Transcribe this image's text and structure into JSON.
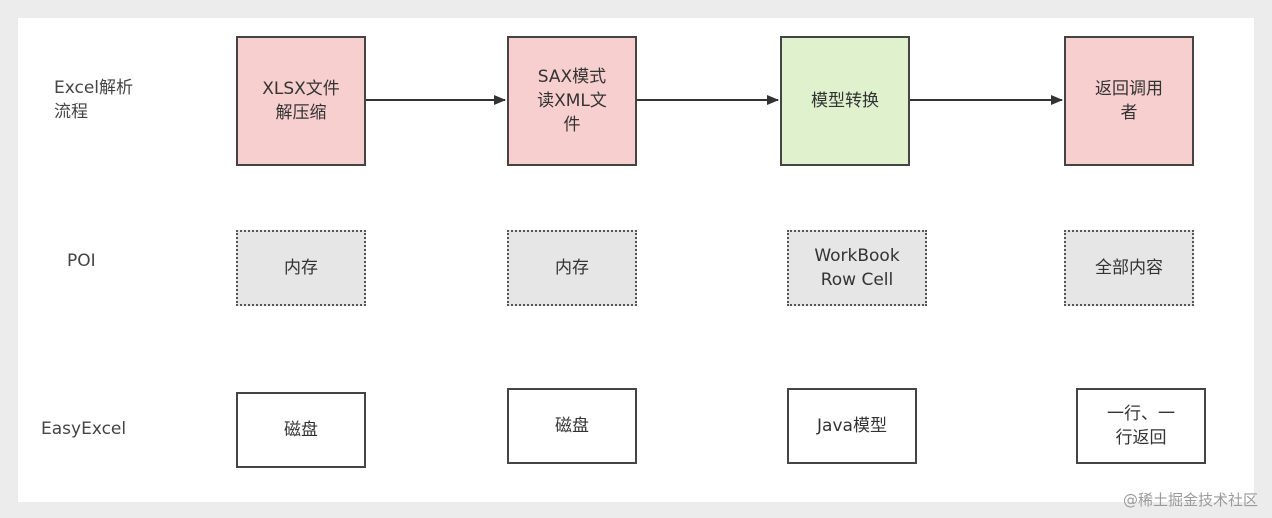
{
  "row_labels": {
    "process": "Excel解析\n流程",
    "poi": "POI",
    "easyexcel": "EasyExcel"
  },
  "process_steps": [
    "XLSX文件\n解压缩",
    "SAX模式\n读XML文\n件",
    "模型转换",
    "返回调用\n者"
  ],
  "poi_steps": [
    "内存",
    "内存",
    "WorkBook\nRow Cell",
    "全部内容"
  ],
  "easyexcel_steps": [
    "磁盘",
    "磁盘",
    "Java模型",
    "一行、一\n行返回"
  ],
  "watermark": "@稀土掘金技术社区",
  "colors": {
    "pink": "#f7cfcf",
    "green": "#dff2cd",
    "gray": "#e6e6e6",
    "border": "#444444"
  }
}
